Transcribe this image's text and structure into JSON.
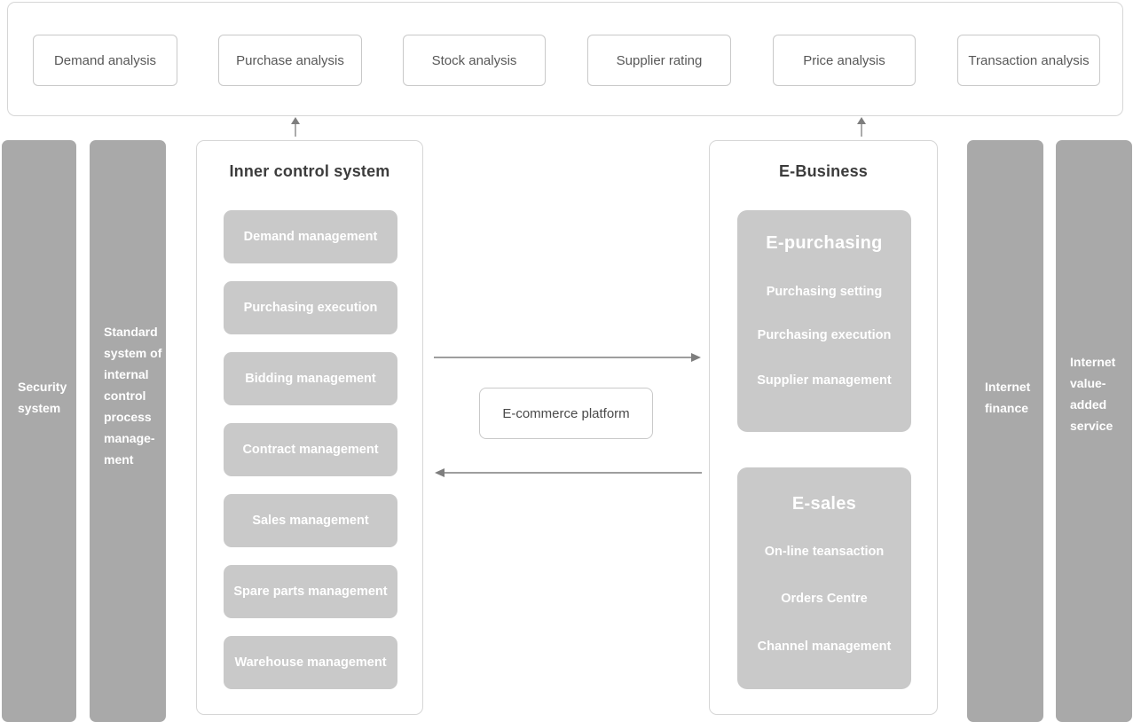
{
  "colors": {
    "bar_gray": "#a9a9a9",
    "item_gray": "#c9c9c9",
    "panel_border": "#d6d6d6",
    "box_border": "#c9c9c9",
    "arrow": "#7e7e7e",
    "title_text": "#3c3c3c",
    "box_text": "#585858",
    "light_text": "#ffffff"
  },
  "top_panel": {
    "items": [
      "Demand analysis",
      "Purchase analysis",
      "Stock analysis",
      "Supplier rating",
      "Price analysis",
      "Transaction analysis"
    ]
  },
  "left_bars": {
    "security": "Security\nsystem",
    "standard": "Standard\nsystem of\ninternal\ncontrol\nprocess\nmanage-\nment"
  },
  "inner_control": {
    "title": "Inner control system",
    "items": [
      "Demand management",
      "Purchasing execution",
      "Bidding management",
      "Contract management",
      "Sales management",
      "Spare parts management",
      "Warehouse management"
    ]
  },
  "center": {
    "platform": "E-commerce platform"
  },
  "e_business": {
    "title": "E-Business",
    "e_purchasing": {
      "title": "E-purchasing",
      "items": [
        "Purchasing setting",
        "Purchasing execution",
        "Supplier management"
      ]
    },
    "e_sales": {
      "title": "E-sales",
      "items": [
        "On-line teansaction",
        "Orders Centre",
        "Channel management"
      ]
    }
  },
  "right_bars": {
    "internet_finance": "Internet\nfinance",
    "internet_value": "Internet\nvalue-\nadded\nservice"
  }
}
